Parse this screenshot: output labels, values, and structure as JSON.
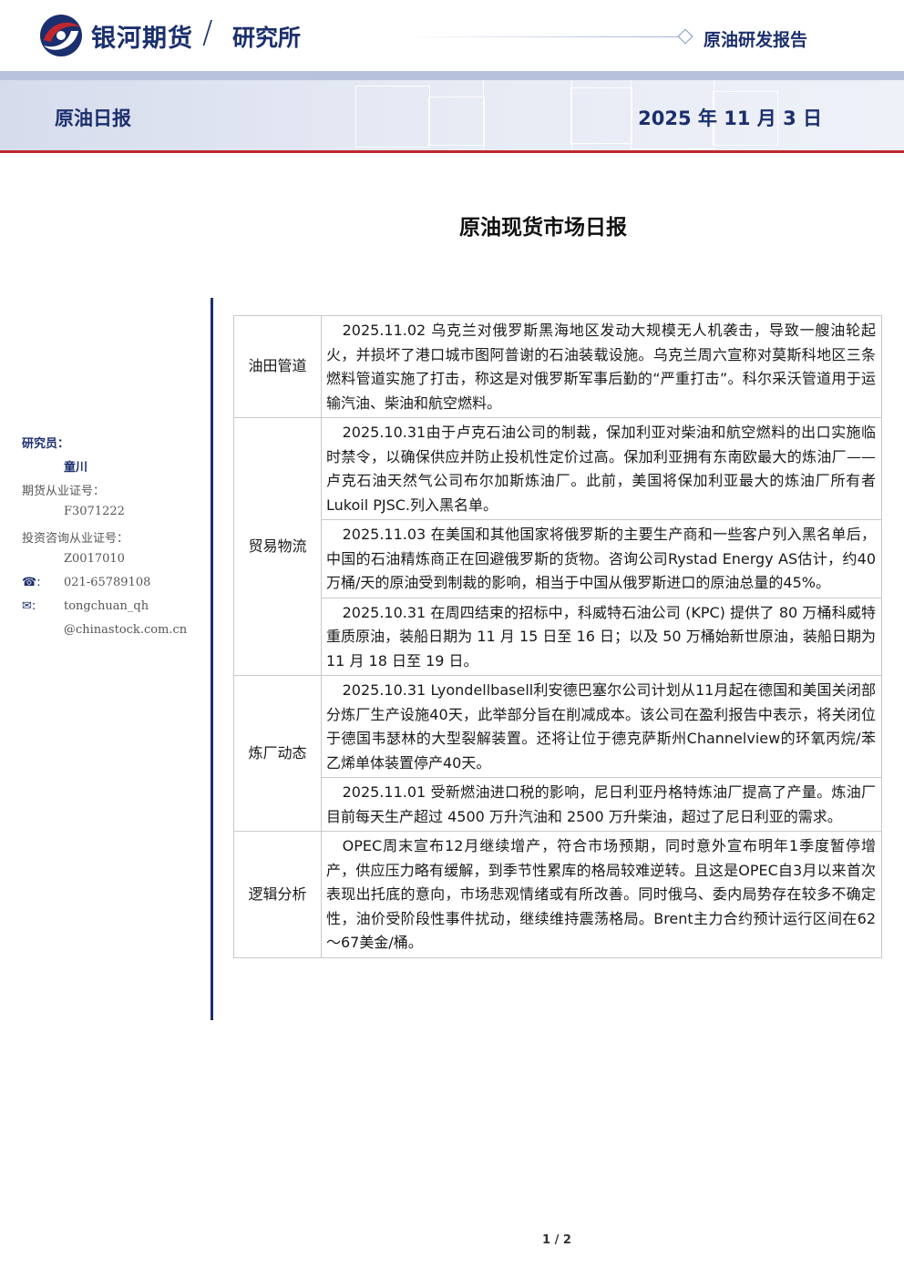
{
  "header": {
    "brand": "银河期货",
    "slash": "/",
    "dept": "研究所",
    "report_type": "原油研发报告",
    "daily_label": "原油日报",
    "date": "2025 年 11 月 3 日"
  },
  "title": "原油现货市场日报",
  "sidebar": {
    "researcher_label": "研究员：",
    "researcher_name": "童川",
    "futures_cert_label": "期货从业证号：",
    "futures_cert": "F3071222",
    "advisory_cert_label": "投资咨询从业证号：",
    "advisory_cert": "Z0017010",
    "phone_icon": "☎:",
    "phone": "021-65789108",
    "email_icon": "✉:",
    "email_line1": "tongchuan_qh",
    "email_line2": "@chinastock.com.cn"
  },
  "sections": [
    {
      "category": "油田管道",
      "items": [
        "2025.11.02 乌克兰对俄罗斯黑海地区发动大规模无人机袭击，导致一艘油轮起火，并损坏了港口城市图阿普谢的石油装载设施。乌克兰周六宣称对莫斯科地区三条燃料管道实施了打击，称这是对俄罗斯军事后勤的“严重打击”。科尔采沃管道用于运输汽油、柴油和航空燃料。"
      ]
    },
    {
      "category": "贸易物流",
      "items": [
        "2025.10.31由于卢克石油公司的制裁，保加利亚对柴油和航空燃料的出口实施临时禁令，以确保供应并防止投机性定价过高。保加利亚拥有东南欧最大的炼油厂——卢克石油天然气公司布尔加斯炼油厂。此前，美国将保加利亚最大的炼油厂所有者Lukoil PJSC.列入黑名单。",
        "2025.11.03 在美国和其他国家将俄罗斯的主要生产商和一些客户列入黑名单后，中国的石油精炼商正在回避俄罗斯的货物。咨询公司Rystad Energy AS估计，约40万桶/天的原油受到制裁的影响，相当于中国从俄罗斯进口的原油总量的45%。",
        "2025.10.31 在周四结束的招标中，科威特石油公司 (KPC) 提供了 80 万桶科威特重质原油，装船日期为 11 月 15 日至 16 日；以及 50 万桶始新世原油，装船日期为 11 月 18 日至 19 日。"
      ]
    },
    {
      "category": "炼厂动态",
      "items": [
        "2025.10.31 Lyondellbasell利安德巴塞尔公司计划从11月起在德国和美国关闭部分炼厂生产设施40天，此举部分旨在削减成本。该公司在盈利报告中表示，将关闭位于德国韦瑟林的大型裂解装置。还将让位于德克萨斯州Channelview的环氧丙烷/苯乙烯单体装置停产40天。",
        "2025.11.01 受新燃油进口税的影响，尼日利亚丹格特炼油厂提高了产量。炼油厂目前每天生产超过 4500 万升汽油和 2500 万升柴油，超过了尼日利亚的需求。"
      ]
    },
    {
      "category": "逻辑分析",
      "items": [
        "OPEC周末宣布12月继续增产，符合市场预期，同时意外宣布明年1季度暂停增产，供应压力略有缓解，到季节性累库的格局较难逆转。且这是OPEC自3月以来首次表现出托底的意向，市场悲观情绪或有所改善。同时俄乌、委内局势存在较多不确定性，油价受阶段性事件扰动，继续维持震荡格局。Brent主力合约预计运行区间在62～67美金/桶。"
      ]
    }
  ],
  "footer": {
    "page": "1 / 2"
  },
  "colors": {
    "navy": "#1b2f6e",
    "red": "#c0282d",
    "stripe": "#b8c2dd"
  },
  "icons": {
    "logo": "galaxy-swirl-logo-icon"
  }
}
